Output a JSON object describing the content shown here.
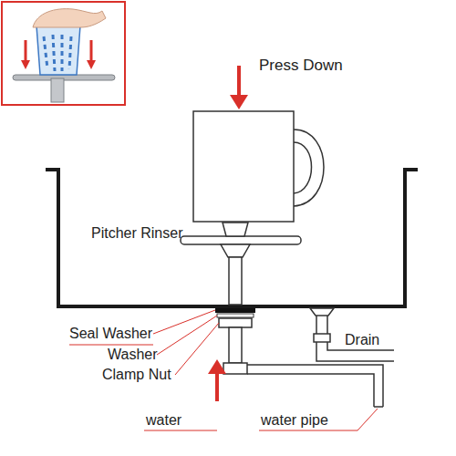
{
  "diagram": {
    "labels": [
      "Press Down",
      "Pitcher Rinser",
      "Seal Washer",
      "Washer",
      "Clamp Nut",
      "Drain",
      "water",
      "water pipe"
    ]
  }
}
